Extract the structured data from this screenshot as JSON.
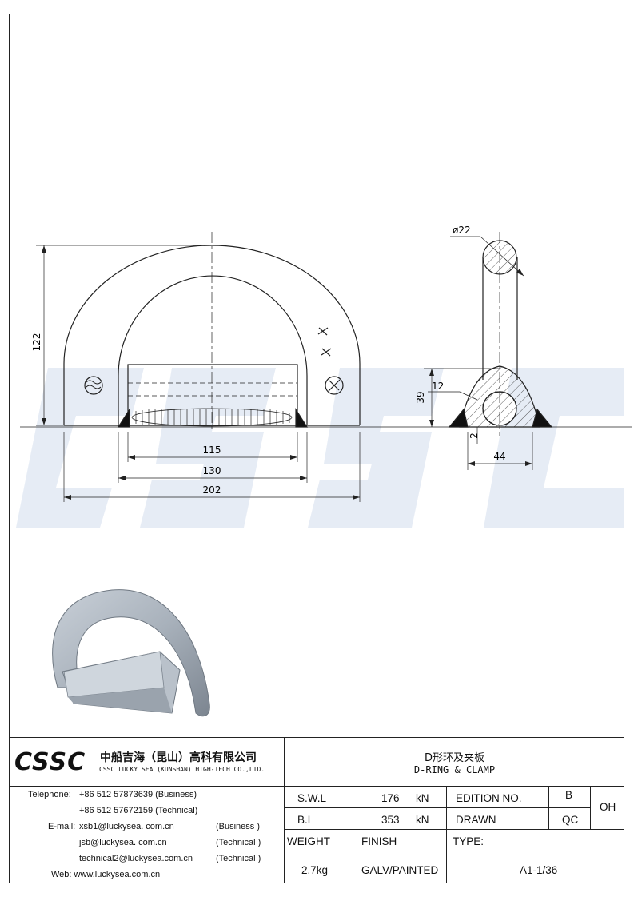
{
  "drawing": {
    "dimensions": {
      "height_overall": "122",
      "width_115": "115",
      "width_130": "130",
      "width_202": "202",
      "diameter": "ø22",
      "clamp_height": "39",
      "radius_12": "12",
      "gap_2": "2",
      "clamp_width": "44"
    },
    "watermark_text": "CSSC",
    "watermark_color": "#e6ecf5"
  },
  "title_block": {
    "logo": "CSSC",
    "company_cn": "中船吉海（昆山）高科有限公司",
    "company_en": "CSSC LUCKY SEA (KUNSHAN) HIGH-TECH CO.,LTD.",
    "title_cn": "D形环及夹板",
    "title_en": "D-RING & CLAMP",
    "contacts": {
      "tel_label": "Telephone:",
      "tel1": "+86 512  57873639 (Business)",
      "tel2": "+86 512  57672159 (Technical)",
      "email_label": "E-mail:",
      "email1": "xsb1@luckysea. com.cn",
      "email1_type": "(Business )",
      "email2": "jsb@luckysea. com.cn",
      "email2_type": "(Technical )",
      "email3": "technical2@luckysea.com.cn",
      "email3_type": "(Technical )",
      "web": "Web: www.luckysea.com.cn"
    },
    "specs": {
      "swl_label": "S.W.L",
      "swl_value": "176",
      "swl_unit": "kN",
      "bl_label": "B.L",
      "bl_value": "353",
      "bl_unit": "kN",
      "edition_label": "EDITION NO.",
      "edition_value": "B",
      "drawn_label": "DRAWN",
      "drawn_value": "QC",
      "oh": "OH",
      "weight_label": "WEIGHT",
      "weight_value": "2.7kg",
      "finish_label": "FINISH",
      "finish_value": "GALV/PAINTED",
      "type_label": "TYPE:",
      "type_value": "A1-1/36"
    }
  }
}
